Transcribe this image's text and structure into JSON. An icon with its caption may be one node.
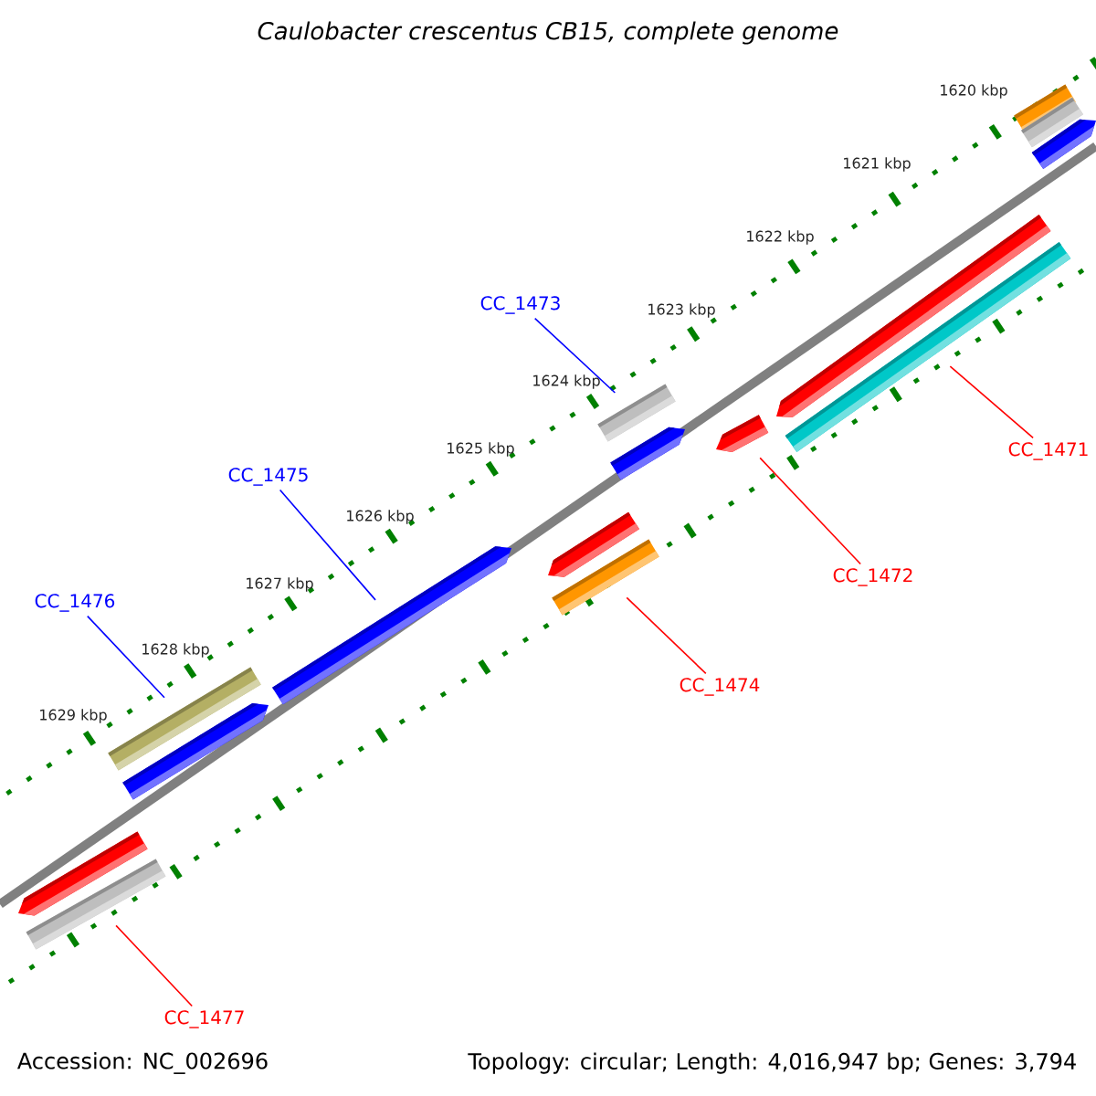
{
  "diagram": {
    "title": "Caulobacter crescentus CB15, complete genome",
    "nodes": [
      {
        "text": [
          "CC_1473"
        ]
      },
      {
        "text": [],
        "shape": "bar"
      },
      {
        "text": [
          "CC_1475"
        ]
      },
      {
        "text": [],
        "shape": "bar"
      },
      {
        "text": [
          "CC_1476"
        ]
      },
      {
        "text": [],
        "shape": "bar"
      },
      {
        "text": [
          "CC_1471"
        ]
      },
      {
        "text": [],
        "shape": "bar"
      },
      {
        "text": [
          "CC_1472"
        ]
      },
      {
        "text": [],
        "shape": "bar"
      },
      {
        "text": [
          "CC_1474"
        ]
      },
      {
        "text": [],
        "shape": "bar"
      },
      {
        "text": [
          "CC_1477"
        ]
      },
      {
        "text": [],
        "shape": "bar"
      },
      {
        "text": [],
        "shape": "bar"
      },
      {
        "text": [],
        "shape": "bar"
      },
      {
        "text": [],
        "shape": "bar"
      },
      {
        "text": [],
        "shape": "bar"
      },
      {
        "text": [],
        "shape": "bar"
      },
      {
        "text": [],
        "shape": "bar"
      },
      {
        "text": [],
        "shape": "bar"
      },
      {
        "text": [],
        "shape": "bar"
      }
    ],
    "edges": [
      {
        "from": 0,
        "to": 1,
        "arrow": "none",
        "color": "#0000ff"
      },
      {
        "from": 2,
        "to": 3,
        "arrow": "none",
        "color": "#0000ff"
      },
      {
        "from": 4,
        "to": 5,
        "arrow": "none",
        "color": "#0000ff"
      },
      {
        "from": 6,
        "to": 7,
        "arrow": "none"
      },
      {
        "from": 8,
        "to": 9,
        "arrow": "none"
      },
      {
        "from": 10,
        "to": 11,
        "arrow": "none"
      },
      {
        "from": 12,
        "to": 13,
        "arrow": "none"
      }
    ],
    "labels": [
      "1620 kbp",
      "1621 kbp",
      "1622 kbp",
      "1623 kbp",
      "1624 kbp",
      "1625 kbp",
      "1626 kbp",
      "1627 kbp",
      "1628 kbp",
      "1629 kbp",
      "Accession: NC_002696",
      "Topology: circular; Length: 4,016,947 bp; Genes: 3,794"
    ]
  }
}
